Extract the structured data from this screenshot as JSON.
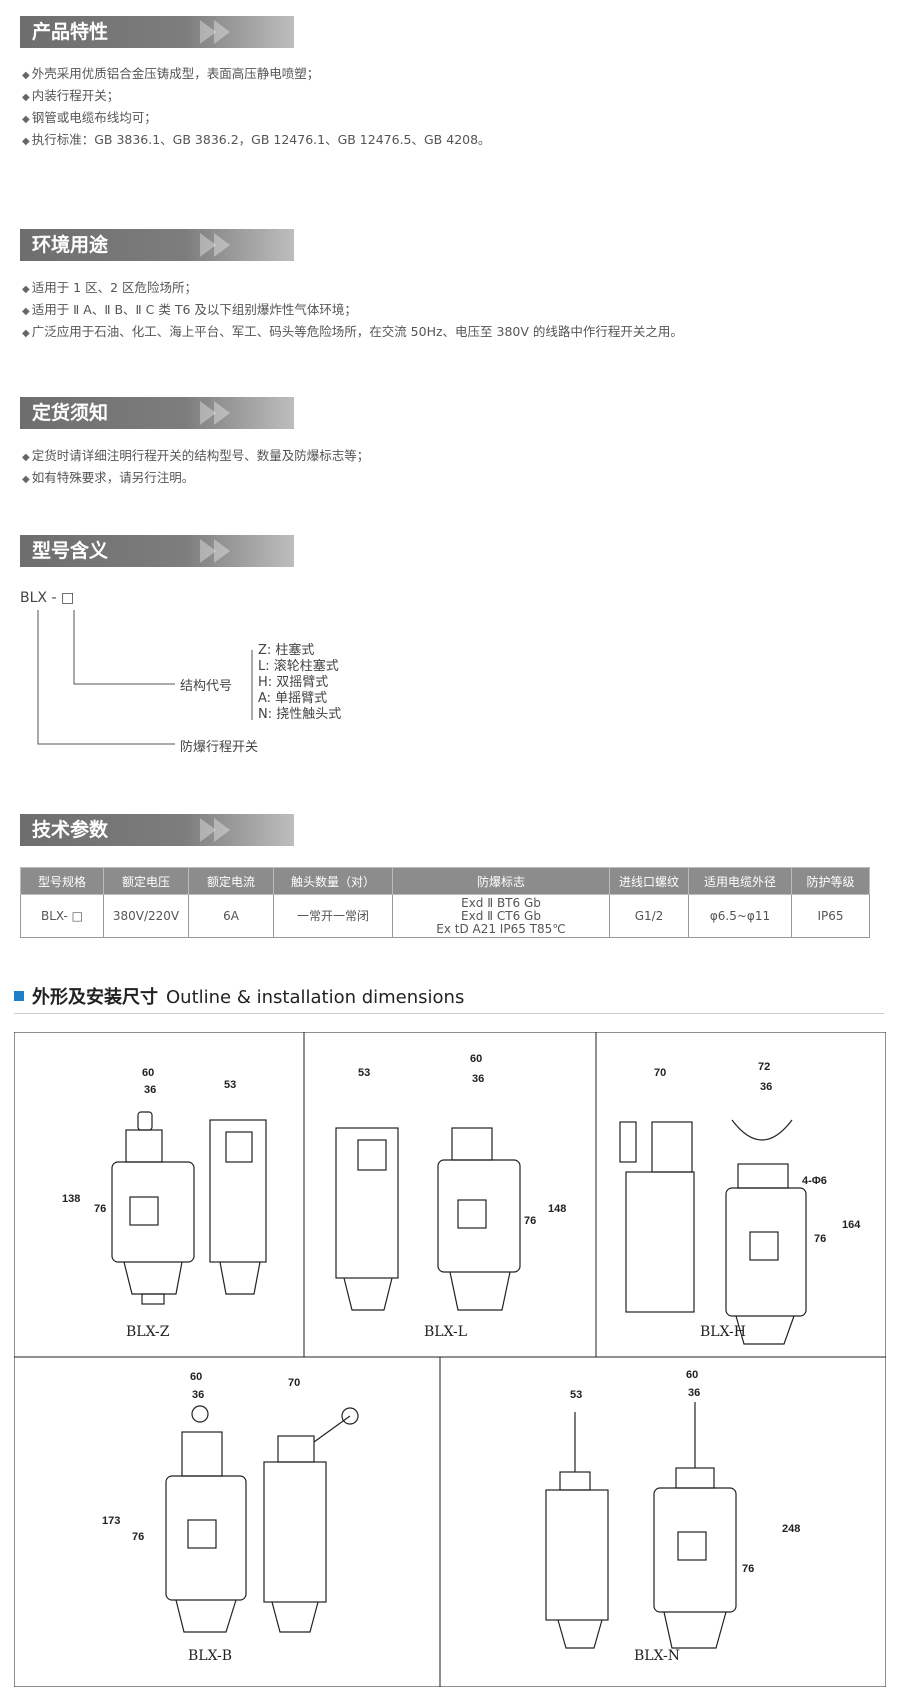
{
  "sections": {
    "features": {
      "title": "产品特性",
      "items": [
        "外壳采用优质铝合金压铸成型，表面高压静电喷塑；",
        "内装行程开关；",
        "钢管或电缆布线均可；",
        "执行标准：GB 3836.1、GB 3836.2，GB 12476.1、GB 12476.5、GB 4208。"
      ]
    },
    "environment": {
      "title": "环境用途",
      "items": [
        "适用于 1 区、2 区危险场所；",
        "适用于 Ⅱ A、Ⅱ B、Ⅱ C 类 T6 及以下组别爆炸性气体环境；",
        "广泛应用于石油、化工、海上平台、军工、码头等危险场所，在交流 50Hz、电压至 380V 的线路中作行程开关之用。"
      ]
    },
    "ordering": {
      "title": "定货须知",
      "items": [
        "定货时请详细注明行程开关的结构型号、数量及防爆标志等；",
        "如有特殊要求，请另行注明。"
      ]
    },
    "model": {
      "title": "型号含义",
      "code": "BLX - □",
      "struct_label": "结构代号",
      "struct_options": [
        "Z: 柱塞式",
        "L: 滚轮柱塞式",
        "H: 双摇臂式",
        "A: 单摇臂式",
        "N: 挠性触头式"
      ],
      "series_label": "防爆行程开关"
    },
    "specs": {
      "title": "技术参数",
      "headers": [
        "型号规格",
        "额定电压",
        "额定电流",
        "触头数量（对）",
        "防爆标志",
        "进线口螺纹",
        "适用电缆外径",
        "防护等级"
      ],
      "row": [
        "BLX- □",
        "380V/220V",
        "6A",
        "一常开一常闭",
        "",
        "G1/2",
        "φ6.5~φ11",
        "IP65"
      ],
      "ex_marks": [
        "Exd Ⅱ BT6 Gb",
        "Exd Ⅱ CT6 Gb",
        "Ex tD A21 IP65 T85℃"
      ]
    }
  },
  "outline": {
    "title_cn": "外形及安装尺寸",
    "title_en": "Outline & installation dimensions",
    "drawings": [
      {
        "label": "BLX-Z",
        "dims": [
          "60",
          "36",
          "53",
          "138",
          "76"
        ]
      },
      {
        "label": "BLX-L",
        "dims": [
          "53",
          "60",
          "36",
          "148",
          "76"
        ]
      },
      {
        "label": "BLX-H",
        "dims": [
          "70",
          "72",
          "36",
          "4-Φ6",
          "76",
          "164"
        ]
      },
      {
        "label": "BLX-B",
        "dims": [
          "60",
          "36",
          "70",
          "173",
          "76"
        ]
      },
      {
        "label": "BLX-N",
        "dims": [
          "53",
          "60",
          "36",
          "248",
          "76"
        ]
      }
    ]
  }
}
